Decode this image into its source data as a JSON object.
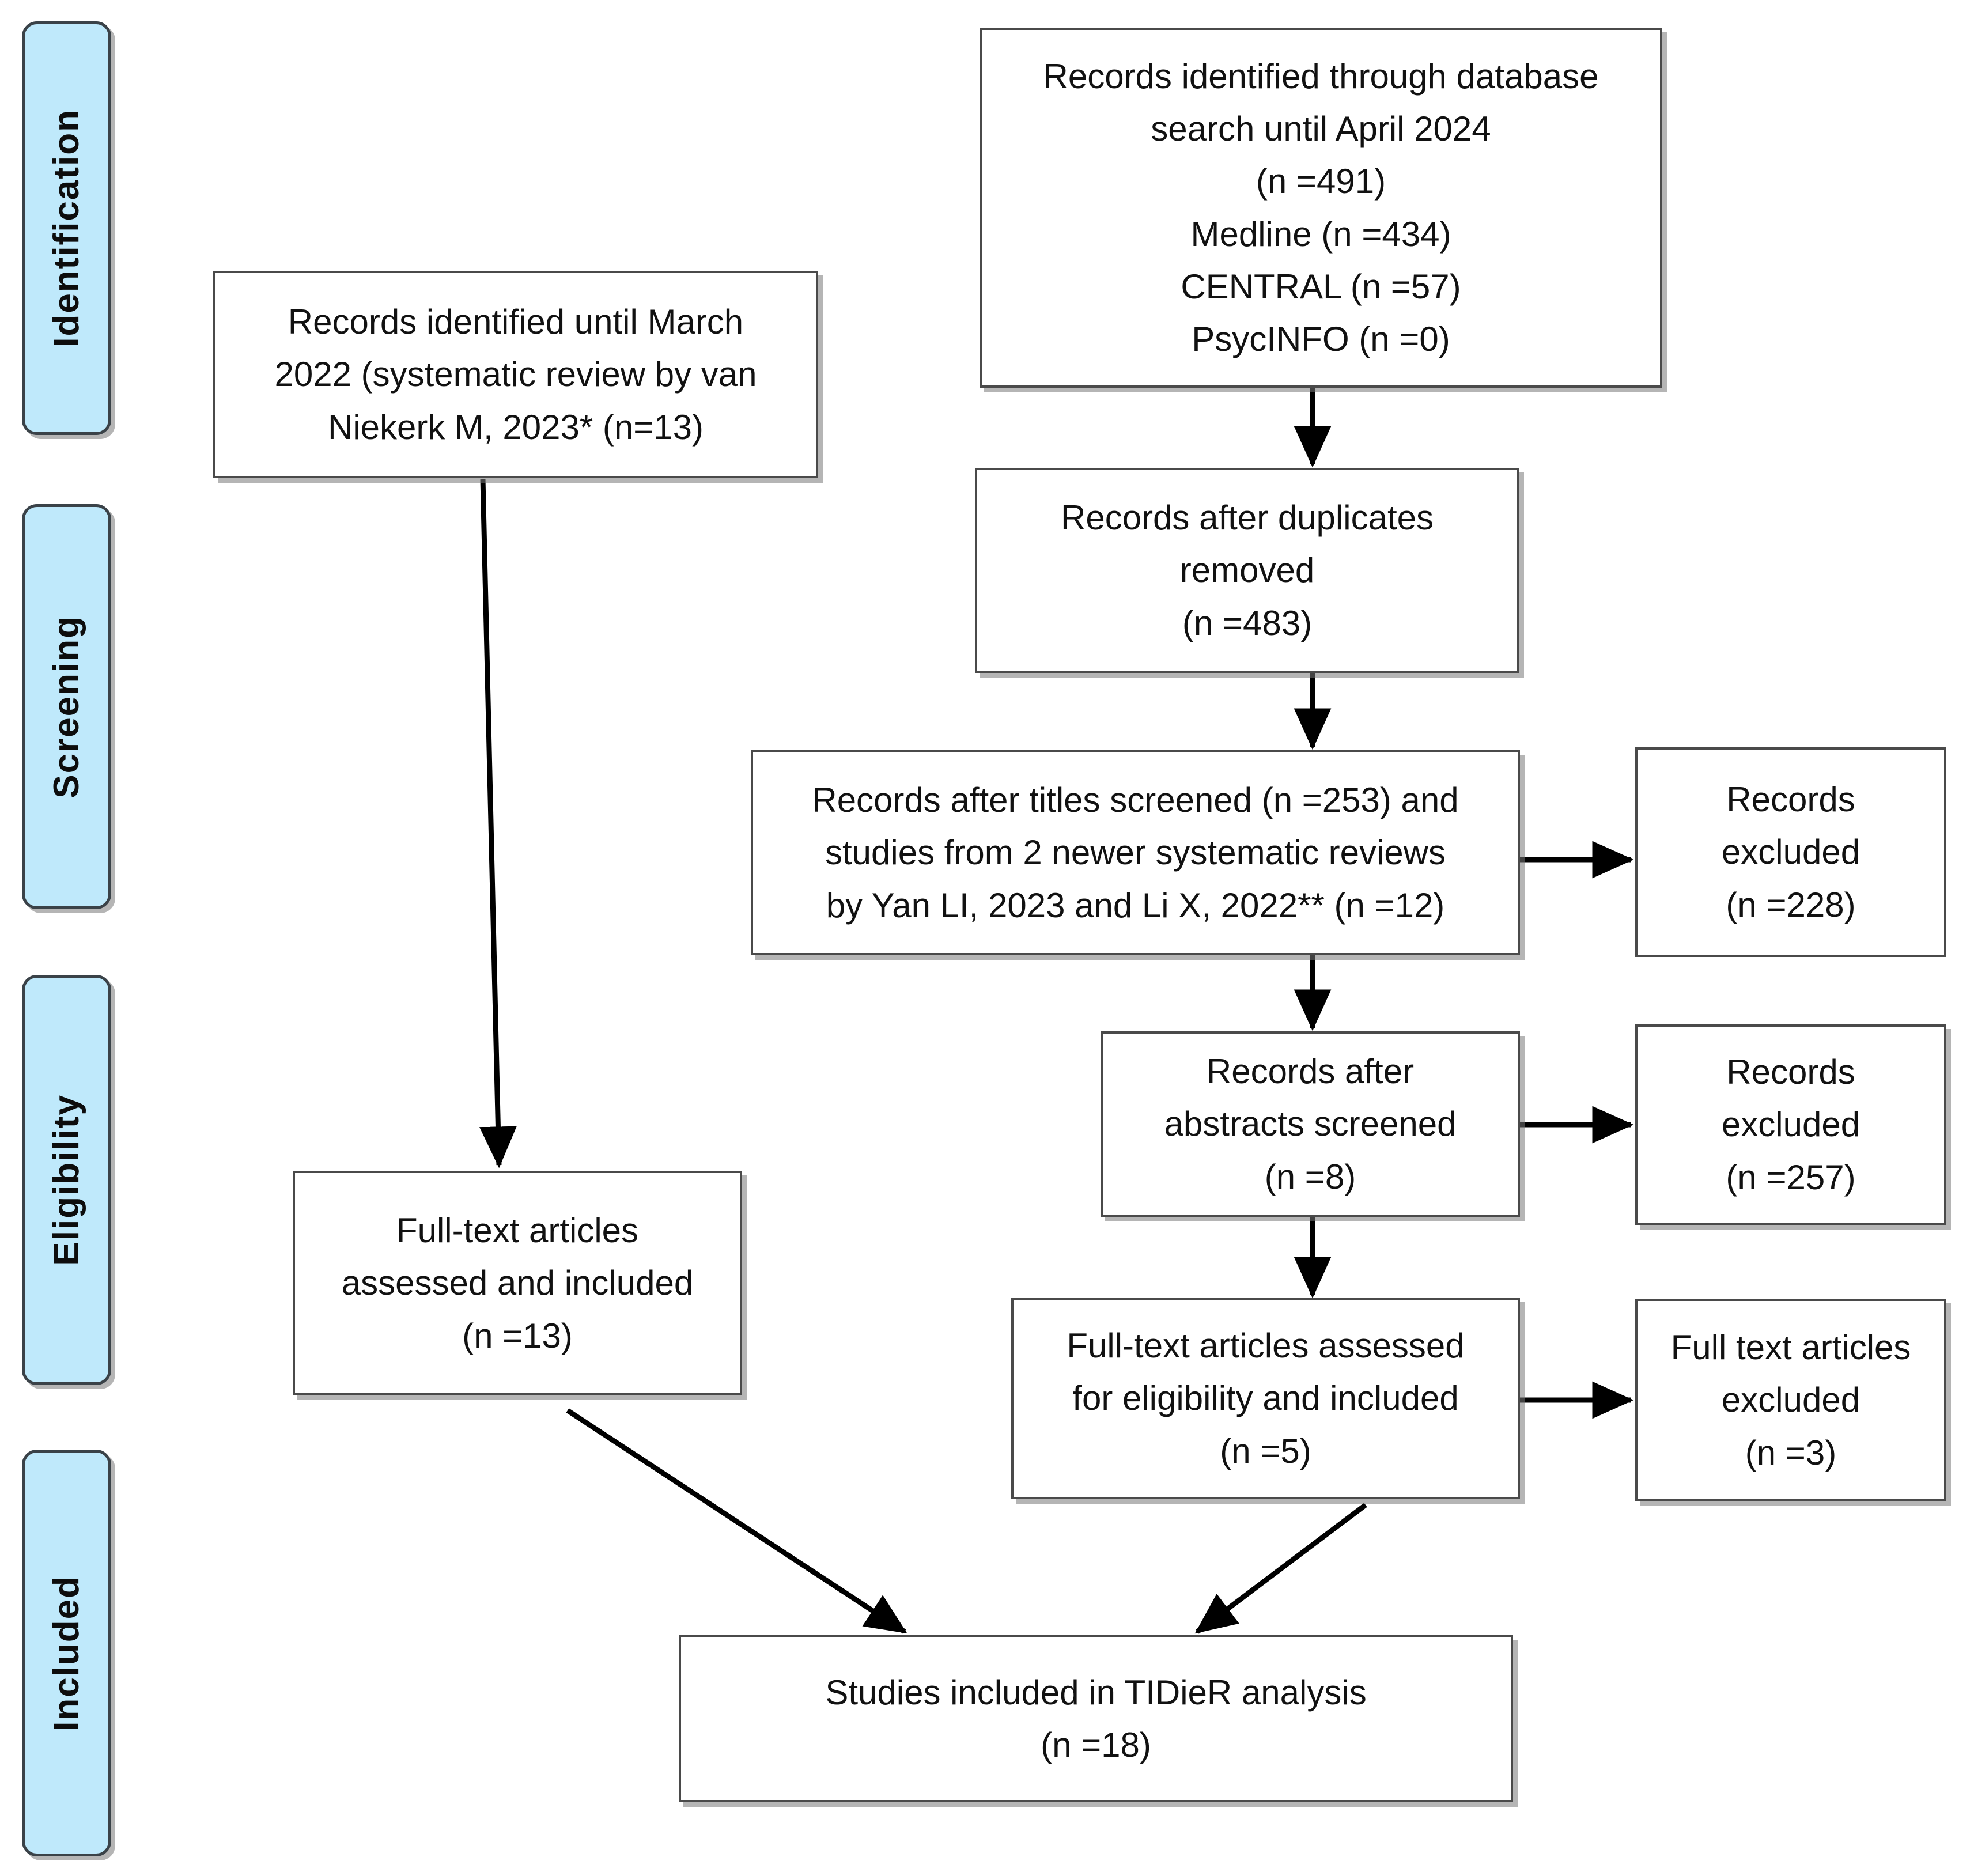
{
  "diagram": {
    "type": "prisma-flow-diagram",
    "stages": [
      {
        "id": "identification",
        "label": "Identification"
      },
      {
        "id": "screening",
        "label": "Screening"
      },
      {
        "id": "eligibility",
        "label": "Eligibility"
      },
      {
        "id": "included",
        "label": "Included"
      }
    ],
    "colors": {
      "stage_tab_fill": "#bfe9fb",
      "stage_tab_border": "#3a4248",
      "box_fill": "#ffffff",
      "box_border": "#4a4a4a",
      "arrow": "#000000",
      "text": "#111111"
    },
    "nodes": {
      "db_search": {
        "lines": [
          "Records identified through database",
          "search until April 2024",
          "(n =491)",
          "Medline (n =434)",
          "CENTRAL (n =57)",
          "PsycINFO (n =0)"
        ]
      },
      "prior_review": {
        "lines": [
          "Records identified until March",
          "2022 (systematic review by van",
          "Niekerk M, 2023* (n=13)"
        ]
      },
      "duplicates_removed": {
        "lines": [
          "Records after duplicates",
          "removed",
          "(n =483)"
        ]
      },
      "titles_screened": {
        "lines": [
          "Records after titles screened (n =253) and",
          "studies from 2 newer systematic reviews",
          "by Yan LI, 2023 and Li X, 2022** (n =12)"
        ]
      },
      "records_excluded_titles": {
        "lines": [
          "Records",
          "excluded",
          "(n =228)"
        ]
      },
      "abstracts_screened": {
        "lines": [
          "Records after",
          "abstracts screened",
          "(n =8)"
        ]
      },
      "records_excluded_abstracts": {
        "lines": [
          "Records",
          "excluded",
          "(n =257)"
        ]
      },
      "fulltext_left": {
        "lines": [
          "Full-text articles",
          "assessed and included",
          "(n =13)"
        ]
      },
      "fulltext_right": {
        "lines": [
          "Full-text articles assessed",
          "for eligibility and included",
          "(n =5)"
        ]
      },
      "fulltext_excluded": {
        "lines": [
          "Full text articles",
          "excluded",
          "(n =3)"
        ]
      },
      "final_included": {
        "lines": [
          "Studies included in TIDieR analysis",
          "(n =18)"
        ]
      }
    }
  }
}
